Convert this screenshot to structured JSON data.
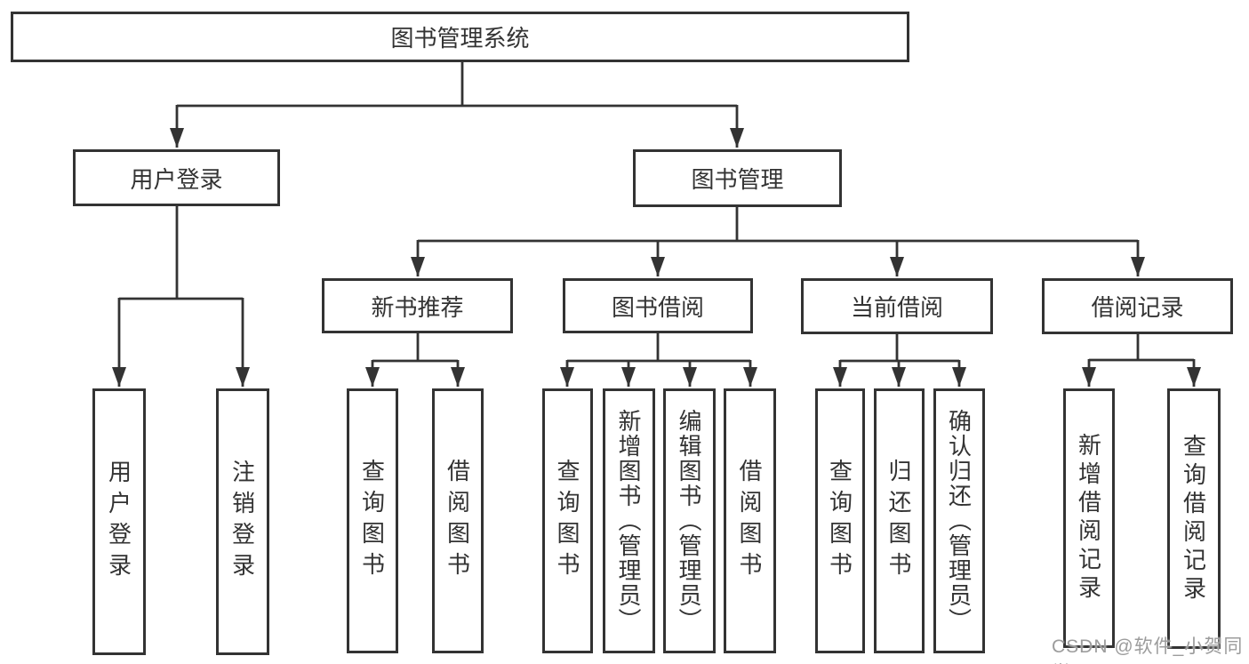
{
  "diagram": {
    "root": {
      "label": "图书管理系统"
    },
    "branches": [
      {
        "label": "用户登录",
        "children": [
          {
            "label": "用户登录"
          },
          {
            "label": "注销登录"
          }
        ]
      },
      {
        "label": "图书管理",
        "children": [
          {
            "label": "新书推荐",
            "children": [
              {
                "label": "查询图书"
              },
              {
                "label": "借阅图书"
              }
            ]
          },
          {
            "label": "图书借阅",
            "children": [
              {
                "label": "查询图书"
              },
              {
                "label": "新增图书（管理员）"
              },
              {
                "label": "编辑图书（管理员）"
              },
              {
                "label": "借阅图书"
              }
            ]
          },
          {
            "label": "当前借阅",
            "children": [
              {
                "label": "查询图书"
              },
              {
                "label": "归还图书"
              },
              {
                "label": "确认归还（管理员）"
              }
            ]
          },
          {
            "label": "借阅记录",
            "children": [
              {
                "label": "新增借阅记录"
              },
              {
                "label": "查询借阅记录"
              }
            ]
          }
        ]
      }
    ]
  },
  "watermark": {
    "text": "CSDN @软件_小贺同学"
  },
  "colors": {
    "line": "#333333",
    "text": "#333333",
    "background": "#ffffff",
    "watermark": "#9c9c9c"
  }
}
